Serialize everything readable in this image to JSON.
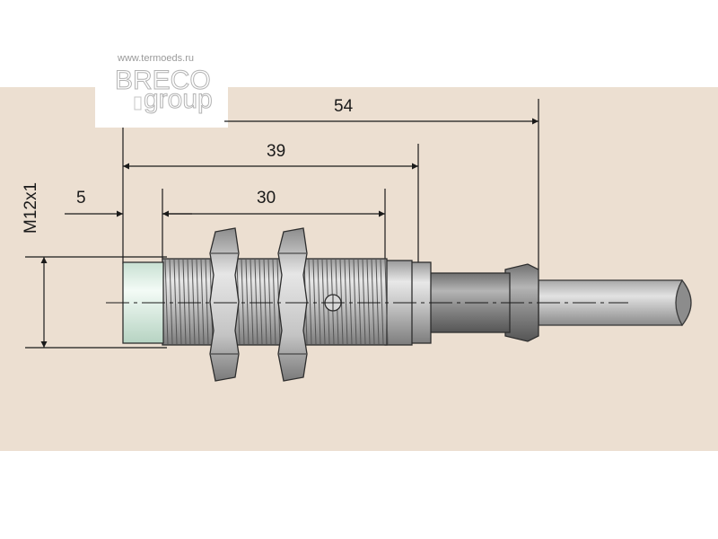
{
  "watermark": {
    "url": "www.termoeds.ru",
    "logo_top": "BRECO",
    "logo_bottom": "group"
  },
  "dimensions": {
    "overall_length": "54",
    "body_length": "39",
    "thread_length": "30",
    "sensing_face": "5",
    "thread_size": "M12x1"
  },
  "colors": {
    "background": "#ecdfd1",
    "metal": "#bdbdbd",
    "sensing_face": "#dff0e6",
    "line": "#1a1a1a"
  }
}
